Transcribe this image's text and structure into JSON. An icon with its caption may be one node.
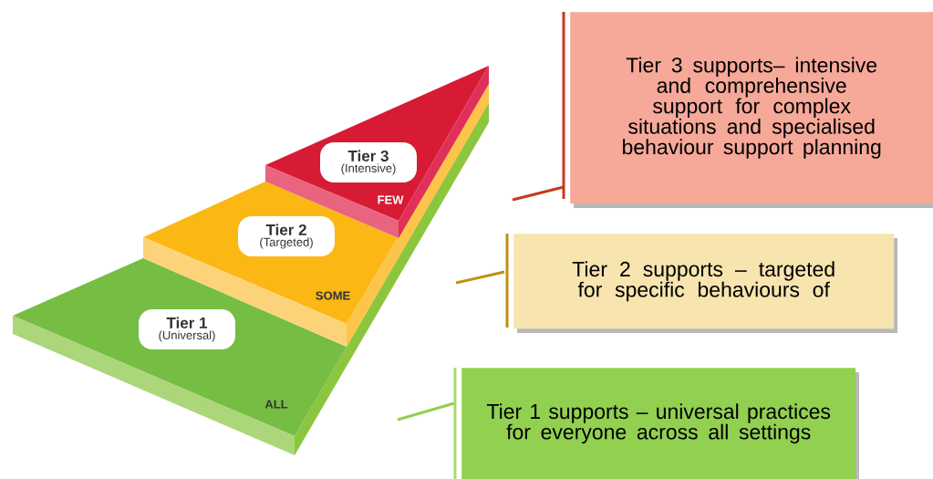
{
  "diagram": {
    "nodes": [
      {
        "text": [
          "FEW"
        ]
      },
      {
        "text": [
          "Tier 3",
          "(Intensive)"
        ],
        "in": 0
      },
      {
        "text": [
          "SOME"
        ]
      },
      {
        "text": [
          "Tier 2",
          "(Targeted)"
        ],
        "in": 2
      },
      {
        "text": [
          "ALL"
        ]
      },
      {
        "text": [
          "Tier 1",
          "(Universal)"
        ],
        "in": 4
      },
      {
        "text": [
          "Tier 3 supports– intensive and comprehensive support for complex situations and specialised behaviour support planning"
        ]
      },
      {
        "text": [
          "Tier 2 supports – targeted for specific behaviours of"
        ]
      },
      {
        "text": [
          "Tier 1 supports – universal practices for everyone across all settings"
        ]
      }
    ],
    "edges": [
      {
        "from": 6,
        "to": null,
        "arrow": "none",
        "color": "#c63a1c"
      },
      {
        "from": 7,
        "to": null,
        "arrow": "none",
        "color": "#c0900c"
      },
      {
        "from": 8,
        "to": null,
        "arrow": "none",
        "color": "#92d050"
      }
    ]
  }
}
